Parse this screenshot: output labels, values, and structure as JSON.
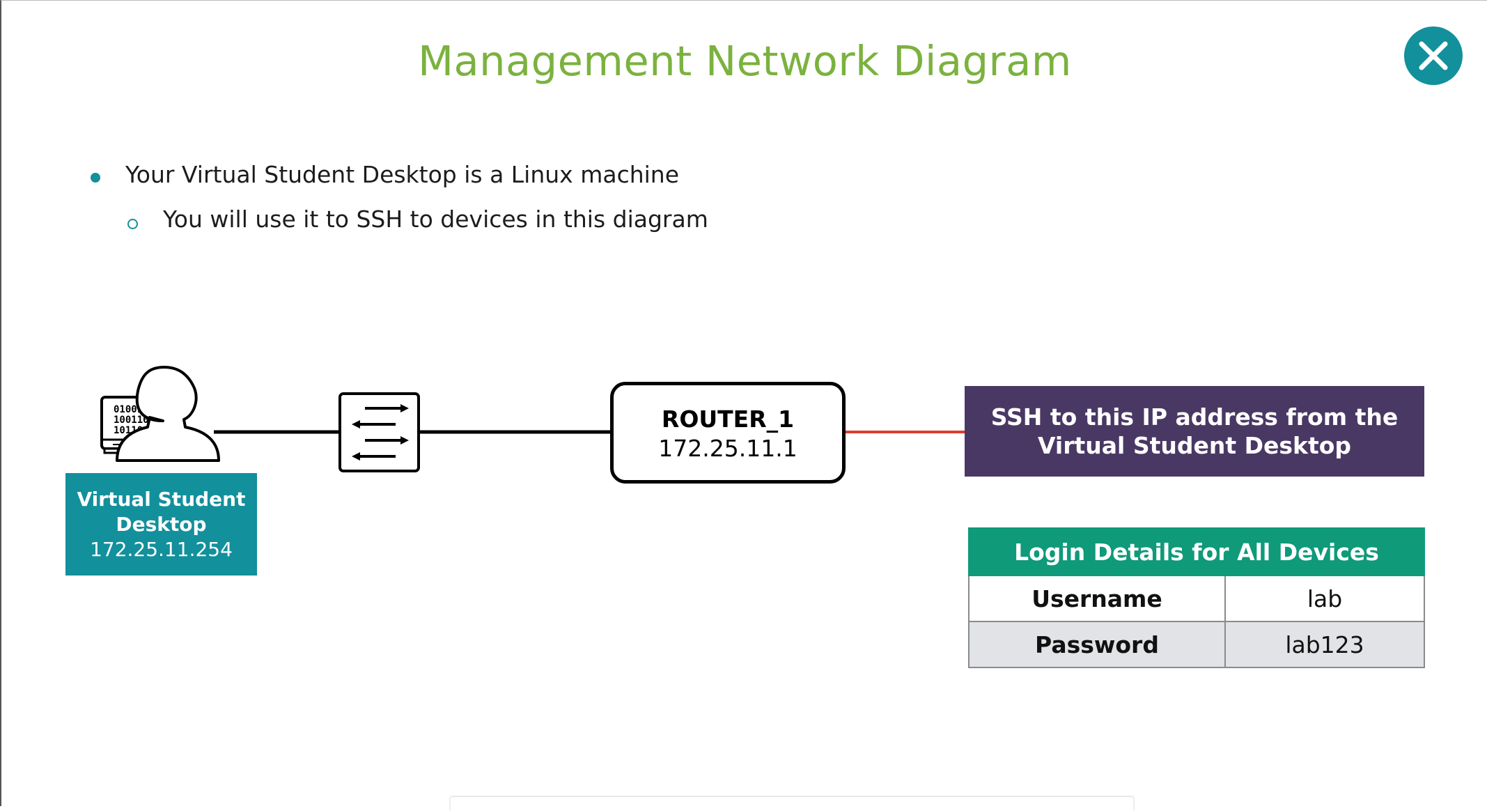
{
  "header": {
    "title": "Management Network Diagram",
    "close_icon": "close-icon"
  },
  "bullets": {
    "level1": "Your Virtual Student Desktop is a Linux machine",
    "level2": "You will use it to SSH to devices in this diagram"
  },
  "diagram": {
    "desktop": {
      "icon": "user-computer-icon",
      "screen_text": [
        "0100100",
        "1001101",
        "10110"
      ],
      "label_line1": "Virtual Student",
      "label_line2": "Desktop",
      "ip": "172.25.11.254"
    },
    "switch": {
      "icon": "switch-icon"
    },
    "router": {
      "name": "ROUTER_1",
      "ip": "172.25.11.1"
    },
    "ssh_callout": "SSH to this IP address from the Virtual Student Desktop"
  },
  "login": {
    "heading": "Login Details for All Devices",
    "rows": [
      {
        "key": "Username",
        "value": "lab"
      },
      {
        "key": "Password",
        "value": "lab123"
      }
    ]
  },
  "colors": {
    "title": "#7bb23f",
    "teal": "#12909c",
    "purple": "#4a3864",
    "green_header": "#0f9a7a",
    "arrow_red": "#e03c31"
  }
}
